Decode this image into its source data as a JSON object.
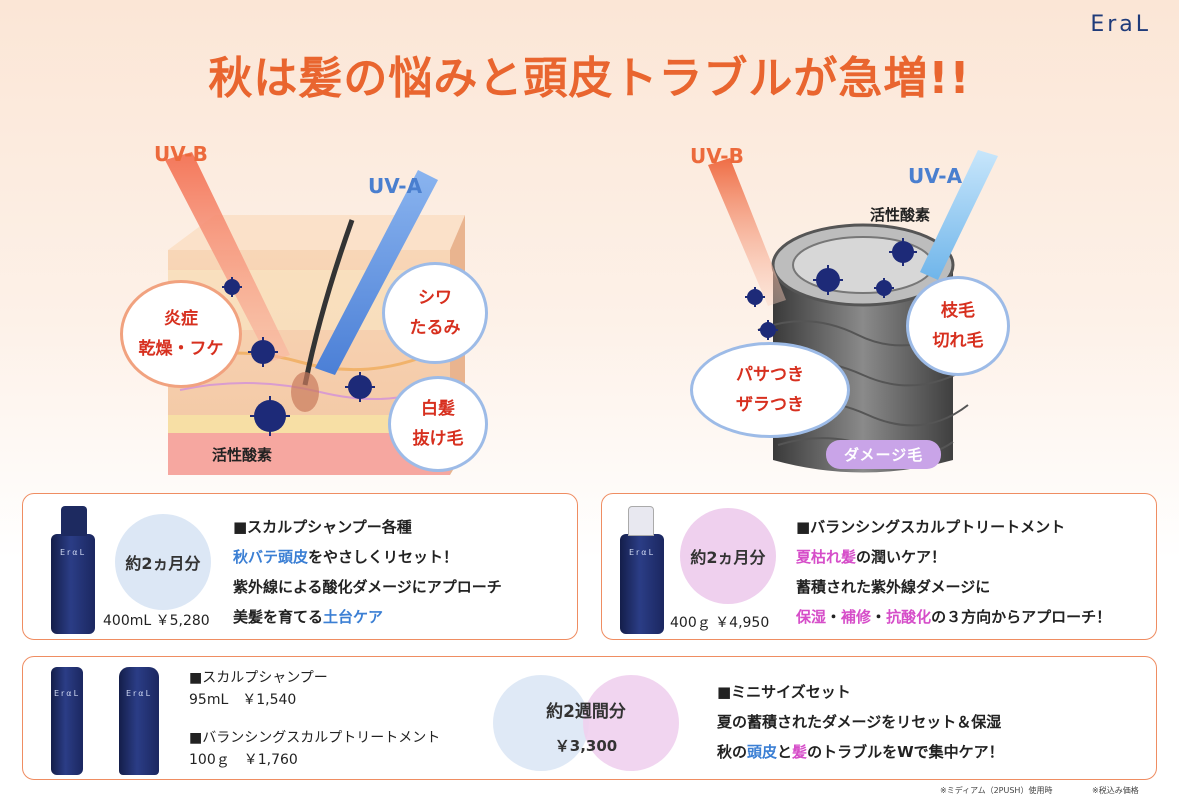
{
  "brand": "EraL",
  "headline": "秋は髪の悩みと頭皮トラブルが急増!!",
  "left_illustration": {
    "uvb": "UV-B",
    "uva": "UV-A",
    "bubble_left": [
      "炎症",
      "乾燥・フケ"
    ],
    "bubble_top_right": [
      "シワ",
      "たるみ"
    ],
    "bubble_bottom_right": [
      "白髪",
      "抜け毛"
    ],
    "active_oxygen": "活性酸素"
  },
  "right_illustration": {
    "uvb": "UV-B",
    "uva": "UV-A",
    "active_oxygen": "活性酸素",
    "bubble_left": [
      "パサつき",
      "ザラつき"
    ],
    "bubble_right": [
      "枝毛",
      "切れ毛"
    ],
    "damage_label": "ダメージ毛"
  },
  "card_shampoo": {
    "duration": "約2ヵ月分",
    "price": "400mL ￥5,280",
    "title": "■スカルプシャンプー各種",
    "line1_hl": "秋バテ頭皮",
    "line1_rest": "をやさしくリセット！",
    "line2": "紫外線による酸化ダメージにアプローチ",
    "line3_pre": "美髪を育てる",
    "line3_hl": "土台ケア"
  },
  "card_treatment": {
    "duration": "約2ヵ月分",
    "price": "400ｇ ￥4,950",
    "title": "■バランシングスカルプトリートメント",
    "line1_hl": "夏枯れ髪",
    "line1_rest": "の潤いケア！",
    "line2": "蓄積された紫外線ダメージに",
    "line3_hl1": "保湿",
    "line3_sep1": "・",
    "line3_hl2": "補修",
    "line3_sep2": "・",
    "line3_hl3": "抗酸化",
    "line3_rest": "の３方向からアプローチ！"
  },
  "card_mini": {
    "item1_title": "■スカルプシャンプー",
    "item1_price": "95mL　￥1,540",
    "item2_title": "■バランシングスカルプトリートメント",
    "item2_price": "100ｇ　￥1,760",
    "duration": "約2週間分",
    "total": "￥3,300",
    "set_title": "■ミニサイズセット",
    "line1": "夏の蓄積されたダメージをリセット＆保湿",
    "line2_pre": "秋の",
    "line2_hl1": "頭皮",
    "line2_mid": "と",
    "line2_hl2": "髪",
    "line2_rest": "のトラブルをWで集中ケア！"
  },
  "notes": {
    "n1": "※ミディアム（2PUSH）使用時",
    "n2": "※税込み価格"
  },
  "colors": {
    "accent": "#e9652f",
    "navy": "#1f3b7a",
    "uvb": "#ec6a3c",
    "uva": "#4a7fcf",
    "pink": "#d64ec9",
    "blue": "#3b7fd4"
  }
}
